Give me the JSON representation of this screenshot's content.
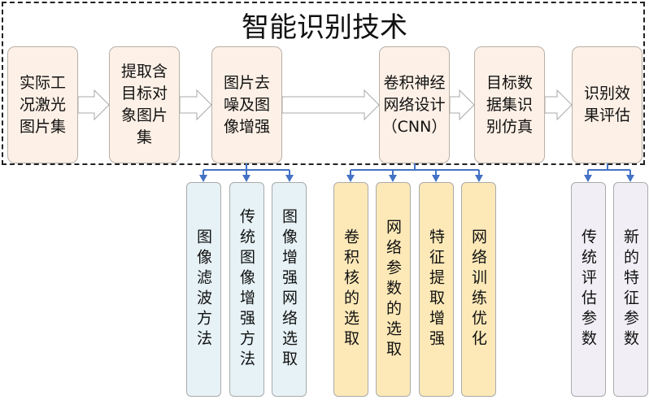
{
  "title": "智能识别技术",
  "steps": [
    "实际工况激光图片集",
    "提取含目标对象图片集",
    "图片去噪及图像增强",
    "卷积神经网络设计（CNN）",
    "目标数据集识别仿真",
    "识别效果评估"
  ],
  "denoise_subs": [
    "图像滤波方法",
    "传统图像增强方法",
    "图像增强网络选取"
  ],
  "cnn_subs": [
    "卷积核的选取",
    "网络参数的选取",
    "特征提取增强",
    "网络训练优化"
  ],
  "eval_subs": [
    "传统评估参数",
    "新的特征参数"
  ],
  "colors": {
    "step_fill": "#fdf0e6",
    "blue_fill": "#e6f2f6",
    "yellow_fill": "#fde9b8",
    "gray_fill": "#f1eff5",
    "connector": "#4472c4"
  }
}
